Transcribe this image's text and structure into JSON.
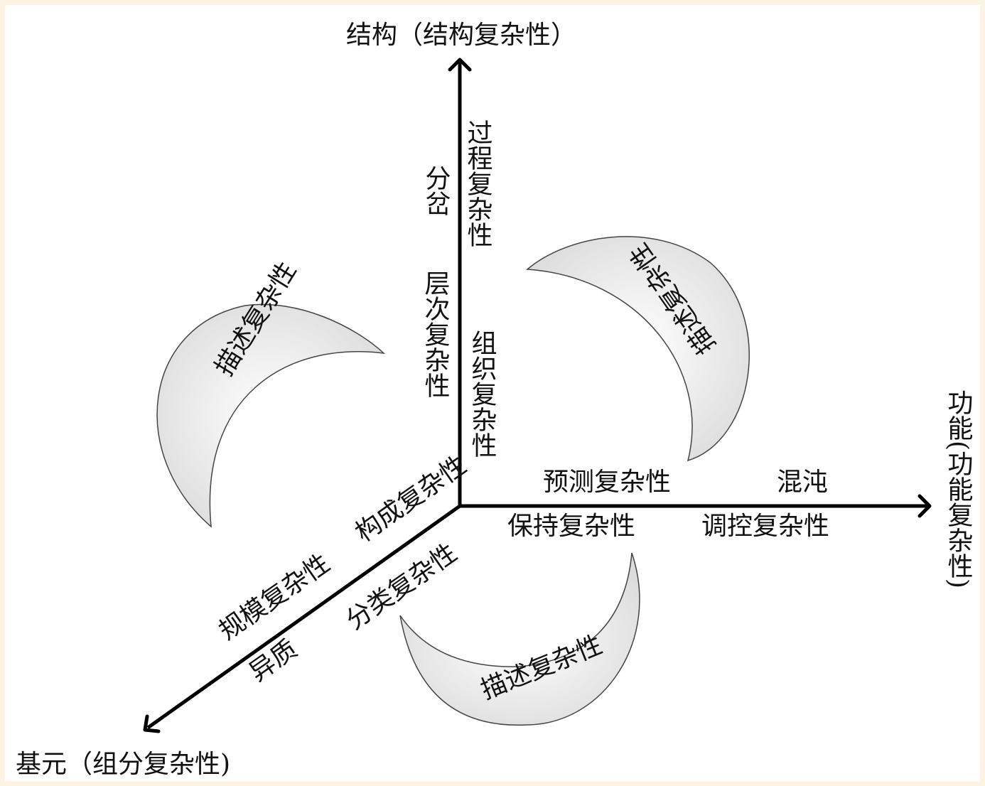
{
  "colors": {
    "page_background": "#fdf3e3",
    "canvas_background": "#ffffff",
    "axis": "#000000",
    "crescent_fill_light": "#ffffff",
    "crescent_fill_dark": "#dcdcdc"
  },
  "axes": {
    "vertical": "结构（结构复杂性）",
    "horizontal": "功能(功能复杂性)",
    "diagonal": "基元（组分复杂性)"
  },
  "labels": {
    "process": "过程复杂性",
    "branch": "分岔",
    "hierarchy": "层次复杂性",
    "organization": "组织复杂性",
    "prediction": "预测复杂性",
    "chaos": "混沌",
    "maintenance": "保持复杂性",
    "regulation": "调控复杂性",
    "composition": "构成复杂性",
    "classification": "分类复杂性",
    "scale": "规模复杂性",
    "heterogeneity": "异质"
  },
  "crescents": {
    "left": "描述复杂性",
    "upper_right": "描述复杂性",
    "bottom": "描述复杂性"
  }
}
